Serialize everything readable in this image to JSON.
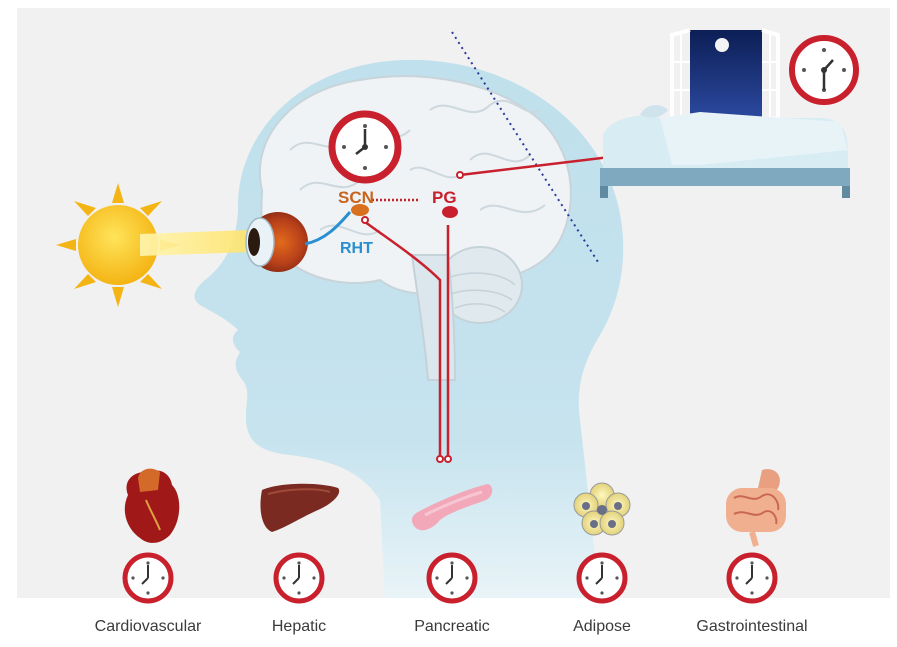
{
  "labels": {
    "scn": "SCN",
    "pg": "PG",
    "rht": "RHT"
  },
  "organs": [
    {
      "label": "Cardiovascular",
      "icon": "heart-icon"
    },
    {
      "label": "Hepatic",
      "icon": "liver-icon"
    },
    {
      "label": "Pancreatic",
      "icon": "pancreas-icon"
    },
    {
      "label": "Adipose",
      "icon": "adipose-cells-icon"
    },
    {
      "label": "Gastrointestinal",
      "icon": "intestine-icon"
    }
  ],
  "colors": {
    "clock_ring": "#c8202c",
    "pathway": "#c8202c",
    "scn": "#c8641e",
    "rht": "#2a8fd0",
    "head": "#b8dbe8",
    "sun": "#f7c21a"
  }
}
